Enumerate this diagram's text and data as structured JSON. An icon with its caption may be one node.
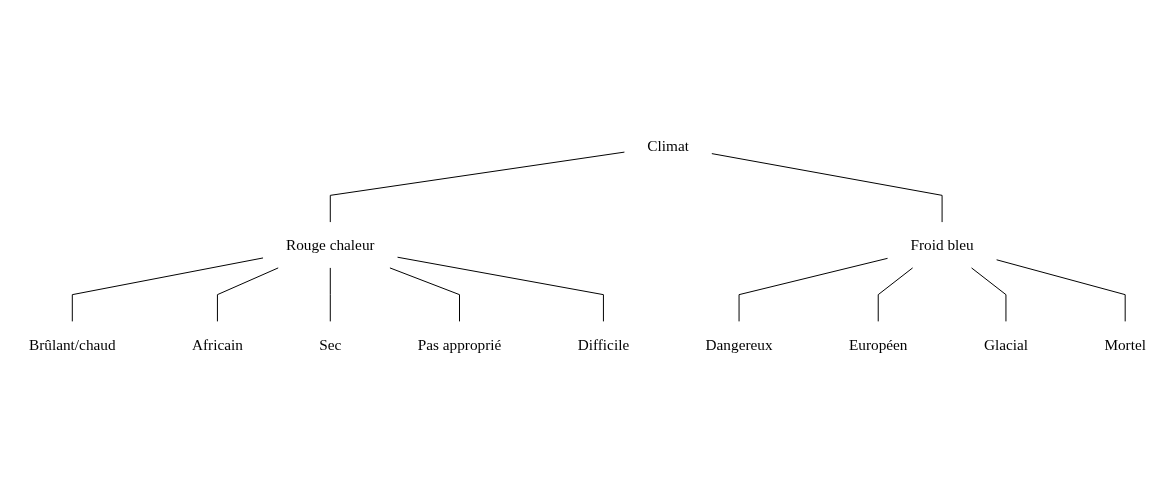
{
  "diagram": {
    "nodes": [
      {
        "text": [
          "Climat"
        ]
      },
      {
        "text": [
          "Rouge chaleur"
        ]
      },
      {
        "text": [
          "Froid bleu"
        ]
      },
      {
        "text": [
          "Brûlant/chaud"
        ]
      },
      {
        "text": [
          "Africain"
        ]
      },
      {
        "text": [
          "Sec"
        ]
      },
      {
        "text": [
          "Pas approprié"
        ]
      },
      {
        "text": [
          "Difficile"
        ]
      },
      {
        "text": [
          "Dangereux"
        ]
      },
      {
        "text": [
          "Européen"
        ]
      },
      {
        "text": [
          "Glacial"
        ]
      },
      {
        "text": [
          "Mortel"
        ]
      }
    ],
    "edges": [
      {
        "from": 0,
        "to": 1,
        "arrow": "none"
      },
      {
        "from": 0,
        "to": 2,
        "arrow": "none"
      },
      {
        "from": 1,
        "to": 3,
        "arrow": "none"
      },
      {
        "from": 1,
        "to": 4,
        "arrow": "none"
      },
      {
        "from": 1,
        "to": 5,
        "arrow": "none"
      },
      {
        "from": 1,
        "to": 6,
        "arrow": "none"
      },
      {
        "from": 1,
        "to": 7,
        "arrow": "none"
      },
      {
        "from": 2,
        "to": 8,
        "arrow": "none"
      },
      {
        "from": 2,
        "to": 9,
        "arrow": "none"
      },
      {
        "from": 2,
        "to": 10,
        "arrow": "none"
      },
      {
        "from": 2,
        "to": 11,
        "arrow": "none"
      }
    ]
  }
}
